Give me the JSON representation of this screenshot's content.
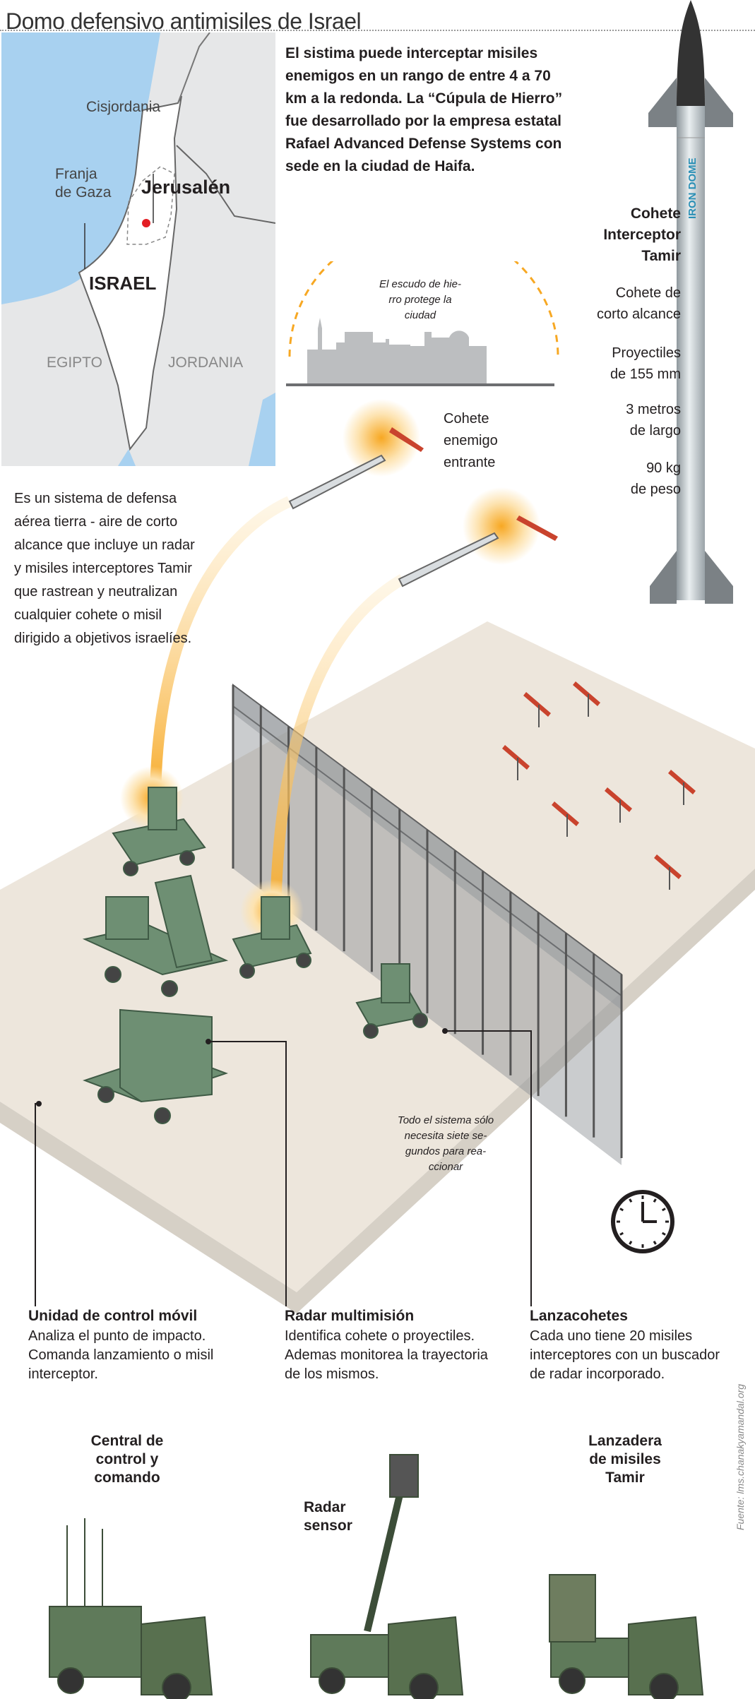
{
  "title": "Domo defensivo antimisiles de Israel",
  "map": {
    "labels": {
      "west_bank": "Cisjordania",
      "gaza": "Franja de Gaza",
      "gaza_line1": "Franja",
      "gaza_line2": "de Gaza",
      "jerusalem": "Jerusalén",
      "israel": "ISRAEL",
      "egypt": "EGIPTO",
      "jordan": "JORDANIA"
    },
    "colors": {
      "sea": "#a8d1f0",
      "land": "#e6e7e8",
      "israel": "#ffffff",
      "jerusalem_dot": "#e31e24"
    }
  },
  "intro": "El sistima puede interceptar misiles enemigos en un rango de entre 4 a 70 km a la redonda. La “Cúpula de Hierro” fue desarrollado por la empresa estatal Rafael Advanced Defense Systems con sede en la ciudad de Haifa.",
  "rocket": {
    "name_line1": "Cohete",
    "name_line2": "Interceptor",
    "name_line3": "Tamir",
    "label": "IRON DOME",
    "specs": [
      [
        "Cohete de",
        "corto alcance"
      ],
      [
        "Proyectiles",
        "de 155 mm"
      ],
      [
        "3 metros",
        "de largo"
      ],
      [
        "90 kg",
        "de peso"
      ]
    ]
  },
  "dome_caption": "El escudo de hie-rro protege la ciudad",
  "dome_caption_lines": [
    "El escudo de hie-",
    "rro protege la",
    "ciudad"
  ],
  "enemy_label": [
    "Cohete",
    "enemigo",
    "entrante"
  ],
  "description": "Es un sistema de defensa aérea tierra - aire de corto alcance que incluye un radar y misiles interceptores Tamir que rastrean y neutralizan cualquier cohete o misil dirigido a objetivos israelíes.",
  "system_time": [
    "Todo el sistema sólo",
    "necesita siete se-",
    "gundos para rea-",
    "ccionar"
  ],
  "components": [
    {
      "title": "Unidad de control móvil",
      "text": "Analiza el punto de impacto. Comanda lanzamiento o misil interceptor."
    },
    {
      "title": "Radar multimisión",
      "text": "Identifica cohete o proyectiles. Ademas monitorea la trayectoria de los mismos."
    },
    {
      "title": "Lanzacohetes",
      "text": "Cada uno tiene 20 misiles interceptores con un buscador de radar incorporado."
    }
  ],
  "vehicles": [
    {
      "title": [
        "Central de",
        "control y",
        "comando"
      ]
    },
    {
      "title": [
        "Radar",
        "sensor"
      ]
    },
    {
      "title": [
        "Lanzadera",
        "de misiles",
        "Tamir"
      ]
    }
  ],
  "source": "Fuente: lms.chanakyamandal.org",
  "colors": {
    "accent_orange": "#f7a823",
    "ground": "#ede6dc",
    "vehicle_green": "#6e8f73",
    "rocket_label": "#2a8fb5",
    "enemy_red": "#c9432d"
  }
}
